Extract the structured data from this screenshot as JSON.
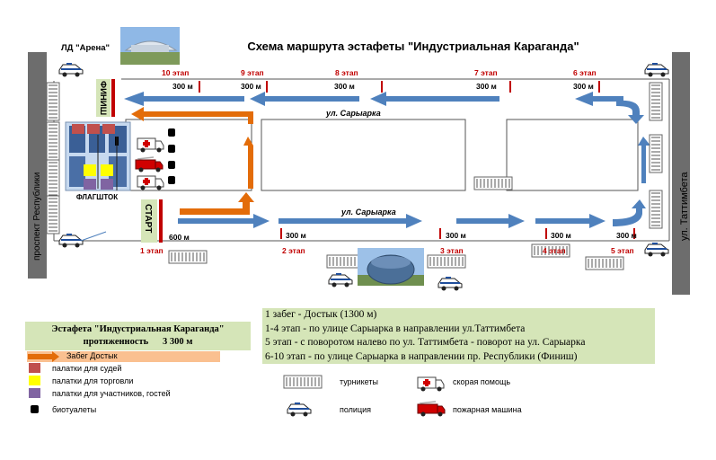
{
  "title": "Схема маршрута эстафеты \"Индустриальная Караганда\"",
  "arena_label": "ЛД \"Арена\"",
  "streets": {
    "left": "проспект Республики",
    "right": "ул. Таттимбета",
    "top": "ул. Сарыарка",
    "bottom": "ул. Сарыарка"
  },
  "finish_label": "ФИНИШ",
  "start_label": "СТАРТ",
  "flagpole_label": "ФЛАГШТОК",
  "stages_top": [
    {
      "name": "10 этап",
      "dist": "300 м"
    },
    {
      "name": "9 этап",
      "dist": "300 м"
    },
    {
      "name": "8 этап",
      "dist": "300 м"
    },
    {
      "name": "7 этап",
      "dist": "300 м"
    },
    {
      "name": "6 этап",
      "dist": "300 м"
    }
  ],
  "stages_bottom": [
    {
      "name": "1 этап",
      "dist": "600 м"
    },
    {
      "name": "2 этап",
      "dist": "300 м"
    },
    {
      "name": "3 этап",
      "dist": "300 м"
    },
    {
      "name": "4 этап",
      "dist": "300 м"
    },
    {
      "name": "5 этап",
      "dist": "300 м"
    }
  ],
  "summary": {
    "title": "Эстафета \"Индустриальная Караганда\"",
    "length_label": "протяженность",
    "length_value": "3 300 м",
    "dostyk_label": "Забег Достык"
  },
  "legend_left": [
    {
      "label": "палатки для судей",
      "color": "#c0504d"
    },
    {
      "label": "палатки для торговли",
      "color": "#ffff00"
    },
    {
      "label": "палатки для участников, гостей",
      "color": "#8064a2"
    },
    {
      "label": "биотуалеты",
      "color": "#000000"
    }
  ],
  "legend_right": {
    "turnstiles": "турникеты",
    "ambulance": "скорая помощь",
    "police": "полиция",
    "fire_truck": "пожарная машина"
  },
  "info_lines": [
    "1 забег - Достык (1300 м)",
    "1-4 этап - по улице Сарыарка в направлении  ул.Таттимбета",
    "5    этап - с поворотом налево по ул. Таттимбета - поворот на ул. Сарыарка",
    "6-10 этап - по улице Сарыарка в направлении пр. Республики (Финиш)"
  ],
  "colors": {
    "blue_arrow": "#4f81bd",
    "orange_arrow": "#e36c09",
    "marker_red": "#c00000",
    "side_street": "#6d6d6d",
    "info_bg": "#d5e5b8",
    "dostyk_bg": "#fac090"
  }
}
